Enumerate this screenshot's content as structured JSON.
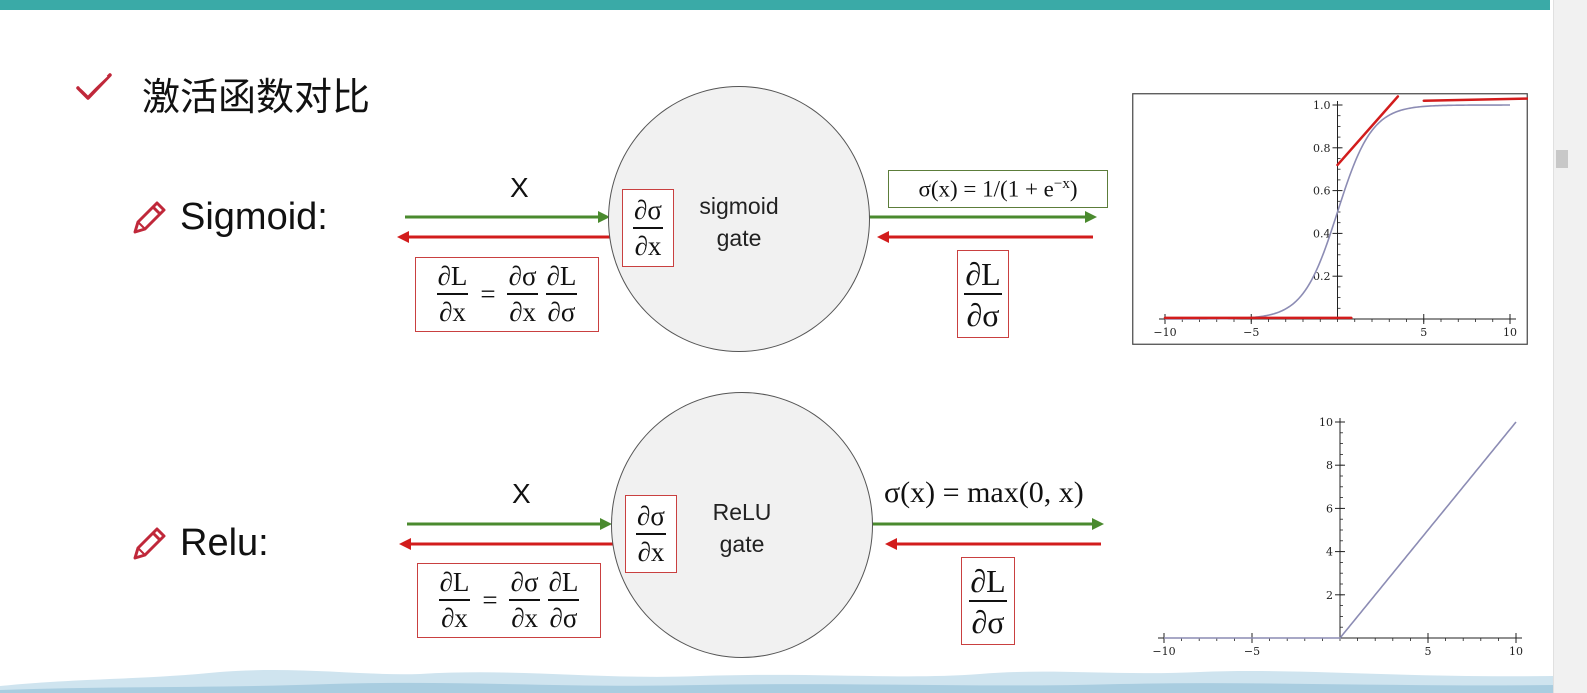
{
  "slide": {
    "title": "激活函数对比"
  },
  "colors": {
    "teal_bar": "#3aaaa7",
    "forward_arrow": "#4a8a2e",
    "backward_arrow": "#d21c1c",
    "box_red": "#c94040",
    "box_green": "#5c7d3a"
  },
  "sigmoid": {
    "label": "Sigmoid:",
    "input_label": "X",
    "gate_line1": "sigmoid",
    "gate_line2": "gate",
    "formula": "σ(x) = 1/(1 + e^−x)",
    "formula_exponent": "−x",
    "grad_local": {
      "num": "∂σ",
      "den": "∂x"
    },
    "grad_chain": {
      "lhs_num": "∂L",
      "lhs_den": "∂x",
      "eq": "=",
      "a_num": "∂σ",
      "a_den": "∂x",
      "b_num": "∂L",
      "b_den": "∂σ"
    },
    "grad_upstream": {
      "num": "∂L",
      "den": "∂σ"
    }
  },
  "relu": {
    "label": "Relu:",
    "input_label": "X",
    "gate_line1": "ReLU",
    "gate_line2": "gate",
    "formula": "σ(x) = max(0, x)",
    "grad_local": {
      "num": "∂σ",
      "den": "∂x"
    },
    "grad_chain": {
      "lhs_num": "∂L",
      "lhs_den": "∂x",
      "eq": "=",
      "a_num": "∂σ",
      "a_den": "∂x",
      "b_num": "∂L",
      "b_den": "∂σ"
    },
    "grad_upstream": {
      "num": "∂L",
      "den": "∂σ"
    }
  },
  "chart_data": [
    {
      "type": "line",
      "title": "",
      "xlim": [
        -10,
        10
      ],
      "ylim": [
        0,
        1.0
      ],
      "x_ticks": [
        -10,
        -5,
        5,
        10
      ],
      "y_ticks": [
        0.2,
        0.4,
        0.6,
        0.8,
        1.0
      ],
      "x_tick_labels": [
        "−10",
        "−5",
        "5",
        "10"
      ],
      "y_tick_labels": [
        "0.2",
        "0.4",
        "0.6",
        "0.8",
        "1.0"
      ],
      "series": [
        {
          "function": "sigmoid",
          "color": "#8c8cb4"
        }
      ],
      "annotations": [
        {
          "kind": "red-line",
          "x": [
            -10,
            0.8
          ],
          "y": [
            0.005,
            0.005
          ]
        },
        {
          "kind": "red-line",
          "x": [
            0,
            3.5
          ],
          "y": [
            0.72,
            1.04
          ]
        },
        {
          "kind": "red-line",
          "x": [
            5,
            11
          ],
          "y": [
            1.02,
            1.03
          ]
        }
      ],
      "framed": true,
      "grid": false
    },
    {
      "type": "line",
      "title": "",
      "xlim": [
        -10,
        10
      ],
      "ylim": [
        0,
        10
      ],
      "x_ticks": [
        -10,
        -5,
        5,
        10
      ],
      "y_ticks": [
        2,
        4,
        6,
        8,
        10
      ],
      "x_tick_labels": [
        "−10",
        "−5",
        "5",
        "10"
      ],
      "y_tick_labels": [
        "2",
        "4",
        "6",
        "8",
        "10"
      ],
      "series": [
        {
          "function": "relu",
          "color": "#8c8cb4"
        }
      ],
      "framed": false,
      "grid": false
    }
  ]
}
